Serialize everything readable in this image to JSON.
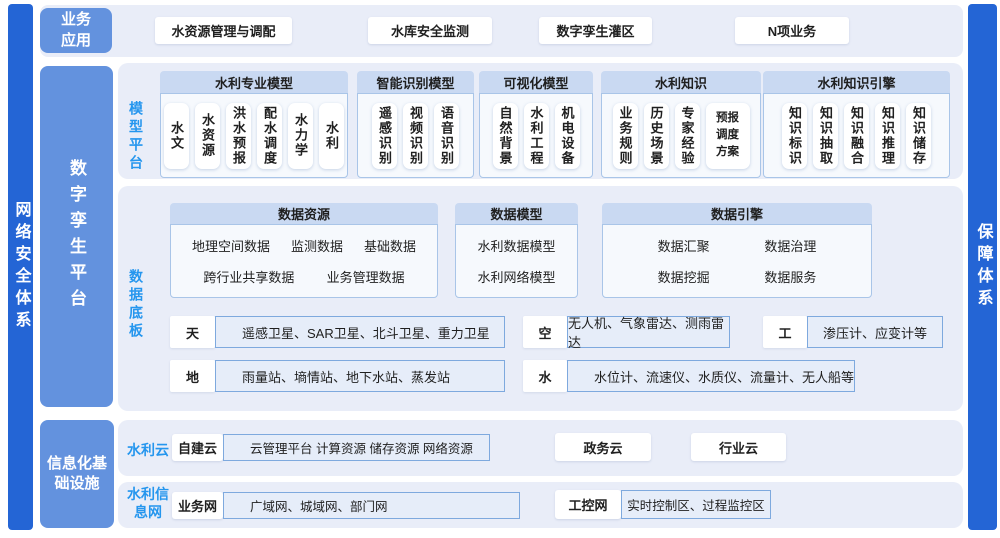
{
  "colors": {
    "deep_blue": "#2465d5",
    "mid_blue": "#6392de",
    "panel_bg": "#e9edf8",
    "group_header_bg": "#c9d9f2",
    "azure_label": "#2596ee"
  },
  "sidebars": {
    "left": "网络安全体系",
    "right": "保障体系"
  },
  "business": {
    "label": "业务应用",
    "items": [
      "水资源管理与调配",
      "水库安全监测",
      "数字孪生灌区",
      "N项业务"
    ]
  },
  "platform": {
    "label": "数字孪生平台",
    "model": {
      "label": "模型平台",
      "groups": [
        {
          "title": "水利专业模型",
          "pills": [
            "水文",
            "水资源",
            "洪水预报",
            "配水调度",
            "水力学",
            "水利"
          ]
        },
        {
          "title": "智能识别模型",
          "pills": [
            "遥感识别",
            "视频识别",
            "语音识别"
          ]
        },
        {
          "title": "可视化模型",
          "pills": [
            "自然背景",
            "水利工程",
            "机电设备"
          ]
        },
        {
          "title": "水利知识",
          "pills": [
            "业务规则",
            "历史场景",
            "专家经验",
            "预报调度方案"
          ]
        },
        {
          "title": "水利知识引擎",
          "pills": [
            "知识标识",
            "知识抽取",
            "知识融合",
            "知识推理",
            "知识储存"
          ]
        }
      ]
    },
    "data": {
      "label": "数据底板",
      "groups": [
        {
          "title": "数据资源",
          "rows": [
            [
              "地理空间数据",
              "监测数据",
              "基础数据"
            ],
            [
              "跨行业共享数据",
              "业务管理数据"
            ]
          ]
        },
        {
          "title": "数据模型",
          "rows": [
            [
              "水利数据模型"
            ],
            [
              "水利网络模型"
            ]
          ]
        },
        {
          "title": "数据引擎",
          "rows": [
            [
              "数据汇聚",
              "数据治理"
            ],
            [
              "数据挖掘",
              "数据服务"
            ]
          ]
        }
      ],
      "sensing": [
        {
          "label": "天",
          "content": "遥感卫星、SAR卫星、北斗卫星、重力卫星"
        },
        {
          "label": "空",
          "content": "无人机、气象雷达、测雨雷达"
        },
        {
          "label": "工",
          "content": "渗压计、应变计等"
        },
        {
          "label": "地",
          "content": "雨量站、墒情站、地下水站、蒸发站"
        },
        {
          "label": "水",
          "content": "水位计、流速仪、水质仪、流量计、无人船等"
        }
      ]
    }
  },
  "infra": {
    "label": "信息化基础设施",
    "cloud": {
      "label": "水利云",
      "tag": "自建云",
      "content": "云管理平台 计算资源 储存资源 网络资源",
      "gov_cloud": "政务云",
      "industry_cloud": "行业云"
    },
    "network": {
      "label": "水利信息网",
      "tag": "业务网",
      "content": "广域网、城域网、部门网",
      "tag2": "工控网",
      "content2": "实时控制区、过程监控区"
    }
  }
}
